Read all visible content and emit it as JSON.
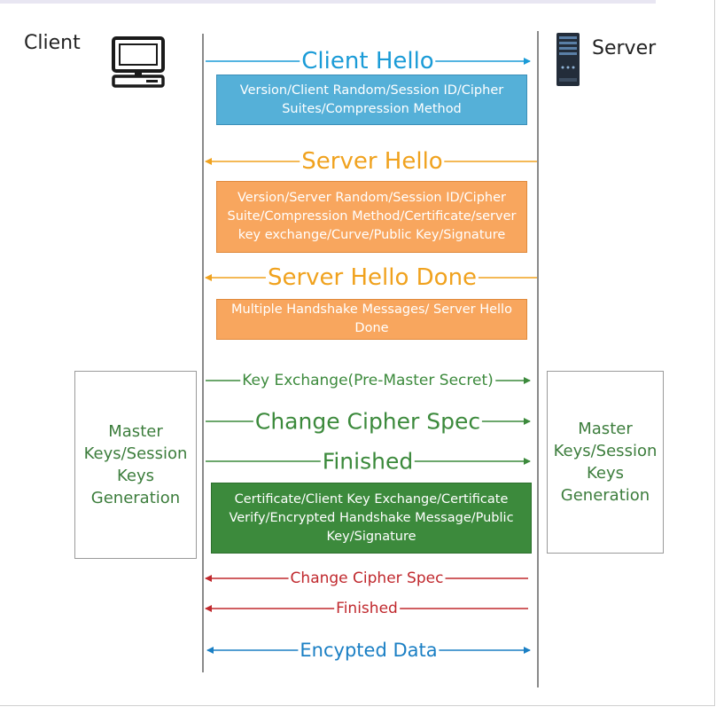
{
  "actors": {
    "client": {
      "label": "Client",
      "icon": "monitor-icon"
    },
    "server": {
      "label": "Server",
      "icon": "server-icon"
    }
  },
  "messages": [
    {
      "label": "Client Hello",
      "color": "#1a9bd7",
      "direction": "to-server"
    },
    {
      "label": "Server Hello",
      "color": "#f0a21e",
      "direction": "to-client"
    },
    {
      "label": "Server Hello Done",
      "color": "#f0a21e",
      "direction": "to-client"
    },
    {
      "label": "Key Exchange(Pre-Master Secret)",
      "color": "#3c8a3c",
      "direction": "to-server"
    },
    {
      "label": "Change Cipher Spec",
      "color": "#3c8a3c",
      "direction": "to-server"
    },
    {
      "label": "Finished",
      "color": "#3c8a3c",
      "direction": "to-server"
    },
    {
      "label": "Change Cipher Spec",
      "color": "#c0282d",
      "direction": "to-client"
    },
    {
      "label": "Finished",
      "color": "#c0282d",
      "direction": "to-client"
    },
    {
      "label": "Encypted Data",
      "color": "#1a7fc4",
      "direction": "both"
    }
  ],
  "boxes": {
    "client_hello": "Version/Client Random/Session ID/Cipher Suites/Compression Method",
    "server_hello": "Version/Server Random/Session ID/Cipher Suite/Compression Method/Certificate/server key exchange/Curve/Public Key/Signature",
    "server_hello_done": "Multiple Handshake Messages/ Server Hello Done",
    "client_finish": "Certificate/Client Key Exchange/Certificate Verify/Encrypted Handshake Message/Public Key/Signature"
  },
  "side_boxes": {
    "client": "Master Keys/Session Keys Generation",
    "server": "Master Keys/Session Keys Generation"
  },
  "colors": {
    "blue_box": "#55b0d8",
    "orange_box": "#f8a65e",
    "green_box": "#3c8a3c",
    "side_text": "#3c7d3c"
  }
}
